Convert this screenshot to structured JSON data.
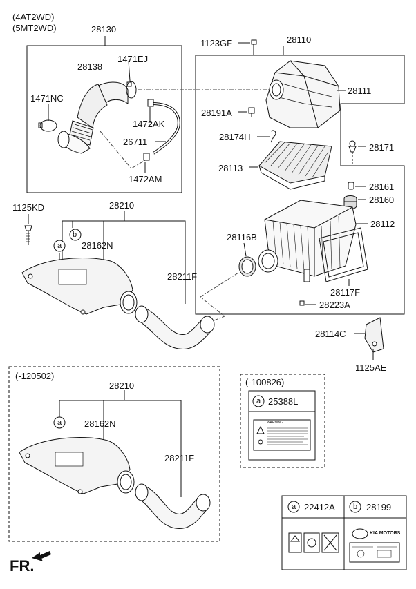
{
  "header": {
    "variant_1": "(4AT2WD)",
    "variant_2": "(5MT2WD)"
  },
  "callouts": {
    "c28130": "28130",
    "c28138": "28138",
    "c1471EJ": "1471EJ",
    "c1471NC": "1471NC",
    "c1472AK": "1472AK",
    "c26711": "26711",
    "c1472AM": "1472AM",
    "c1123GF": "1123GF",
    "c28110": "28110",
    "c28111": "28111",
    "c28191A": "28191A",
    "c28174H": "28174H",
    "c28113": "28113",
    "c28171": "28171",
    "c28161": "28161",
    "c28160": "28160",
    "c28112": "28112",
    "c28116B": "28116B",
    "c28117F": "28117F",
    "c28223A": "28223A",
    "c28114C": "28114C",
    "c1125AE": "1125AE",
    "c1125KD": "1125KD",
    "c28210": "28210",
    "c28162N": "28162N",
    "c28211F": "28211F",
    "letter_a": "a",
    "letter_b": "b"
  },
  "lower_section": {
    "range": "(-120502)",
    "c28210": "28210",
    "c28162N": "28162N",
    "c28211F": "28211F",
    "letter_a": "a"
  },
  "label_box": {
    "range": "(-100826)",
    "letter": "a",
    "part": "25388L",
    "warning_text": "WARNING"
  },
  "legend": {
    "a_letter": "a",
    "a_part": "22412A",
    "b_letter": "b",
    "b_part": "28199",
    "kia_text": "KIA MOTORS"
  },
  "footer": {
    "front": "FR."
  }
}
